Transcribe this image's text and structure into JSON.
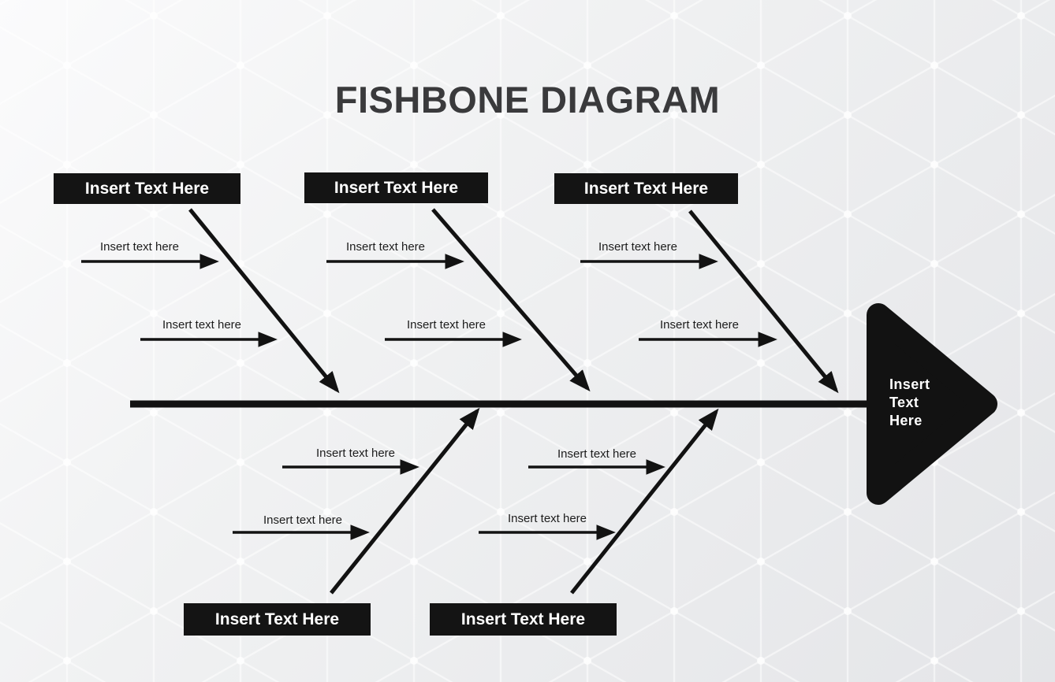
{
  "title": "FISHBONE DIAGRAM",
  "head": {
    "label": "Insert Text Here"
  },
  "categories": {
    "top": [
      {
        "label": "Insert Text Here",
        "causes": [
          "Insert text here",
          "Insert text here"
        ]
      },
      {
        "label": "Insert Text Here",
        "causes": [
          "Insert text here",
          "Insert text here"
        ]
      },
      {
        "label": "Insert Text Here",
        "causes": [
          "Insert text here",
          "Insert text here"
        ]
      }
    ],
    "bottom": [
      {
        "label": "Insert Text Here",
        "causes": [
          "Insert text here",
          "Insert text here"
        ]
      },
      {
        "label": "Insert Text Here",
        "causes": [
          "Insert text here",
          "Insert text here"
        ]
      }
    ]
  },
  "colors": {
    "ink": "#121212",
    "box_bg": "#141414",
    "box_text": "#ffffff",
    "title_text": "#3a3a3c",
    "label_text": "#1c1c1c",
    "bg_light": "#fbfbfc",
    "bg_dark": "#e4e5e8",
    "pattern_line": "#ffffff"
  }
}
